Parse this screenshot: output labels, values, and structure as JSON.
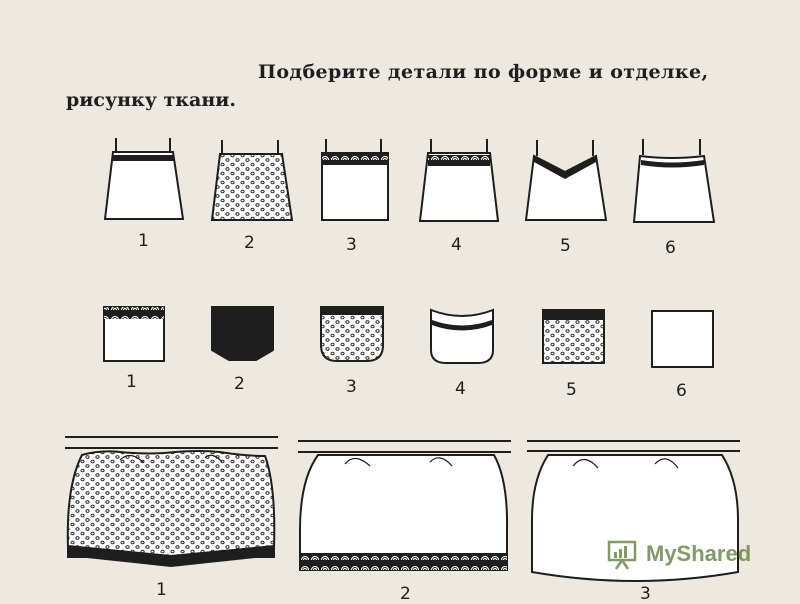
{
  "task": {
    "line1": "Подберите детали по форме и отделке,",
    "line2": "рисунку ткани."
  },
  "rows": [
    {
      "name": "bodices",
      "labels": [
        "1",
        "2",
        "3",
        "4",
        "5",
        "6"
      ]
    },
    {
      "name": "pockets",
      "labels": [
        "1",
        "2",
        "3",
        "4",
        "5",
        "6"
      ]
    },
    {
      "name": "skirts",
      "labels": [
        "1",
        "2",
        "3"
      ]
    }
  ],
  "watermark": {
    "text": "MyShared",
    "icon": "presentation-chart-icon"
  },
  "colors": {
    "ink": "#1e1e1e",
    "paper": "#ede8e0",
    "fill": "#ffffff",
    "watermark": "#6a8a48"
  }
}
